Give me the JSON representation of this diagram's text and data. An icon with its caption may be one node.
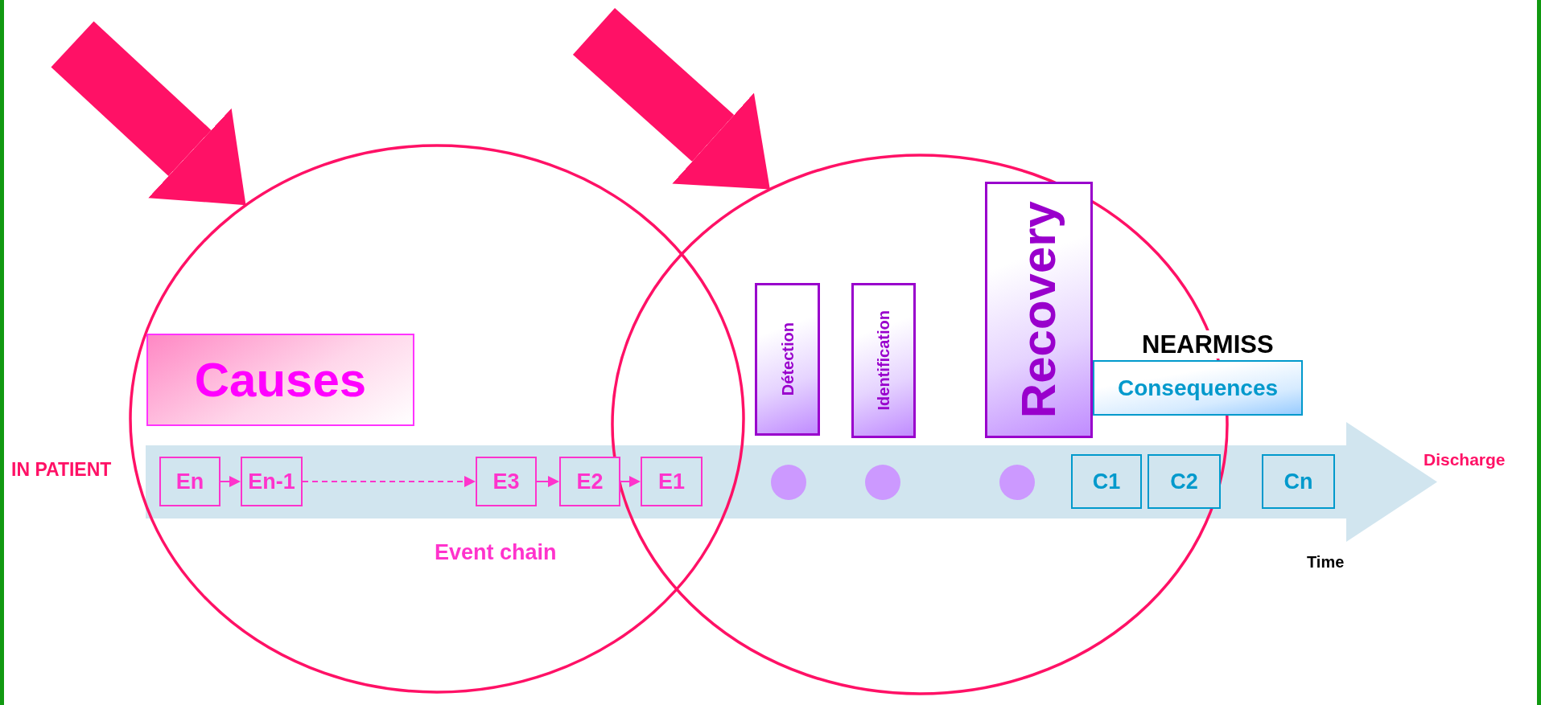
{
  "diagram": {
    "nodes": [
      {
        "text": [],
        "shape": "circle"
      },
      {
        "text": [],
        "shape": "circle"
      },
      {
        "text": [],
        "shape": "arrow",
        "beside": [
          "IN PATIENT",
          "Discharge"
        ]
      },
      {
        "text": [
          "Causes"
        ],
        "in": 0
      },
      {
        "text": [
          "En"
        ]
      },
      {
        "text": [
          "En-1"
        ]
      },
      {
        "text": [
          "E3"
        ]
      },
      {
        "text": [
          "E2"
        ]
      },
      {
        "text": [
          "E1"
        ]
      },
      {
        "text": [
          "Détection"
        ],
        "in": 1
      },
      {
        "text": [],
        "shape": "circle"
      },
      {
        "text": [
          "Identification"
        ],
        "in": 1
      },
      {
        "text": [],
        "shape": "circle"
      },
      {
        "text": [
          "Recovery"
        ],
        "in": 1
      },
      {
        "text": [],
        "shape": "circle"
      },
      {
        "text": [
          "Consequences"
        ]
      },
      {
        "text": [
          "C1"
        ]
      },
      {
        "text": [
          "C2"
        ]
      },
      {
        "text": [
          "Cn"
        ],
        "in": 2
      }
    ],
    "edges": [
      {
        "from": null,
        "to": 0,
        "arrow": "to",
        "style": "thick",
        "color": "#ff1166"
      },
      {
        "from": null,
        "to": 1,
        "arrow": "to",
        "style": "thick",
        "color": "#ff1166"
      },
      {
        "from": 4,
        "to": 5,
        "arrow": "to"
      },
      {
        "from": 5,
        "to": 6,
        "arrow": "to",
        "style": "dashed"
      },
      {
        "from": 6,
        "to": 7,
        "arrow": "to"
      },
      {
        "from": 7,
        "to": 8,
        "arrow": "to"
      }
    ],
    "labels": [
      "NEARMISS",
      "Event chain",
      "Time"
    ]
  }
}
